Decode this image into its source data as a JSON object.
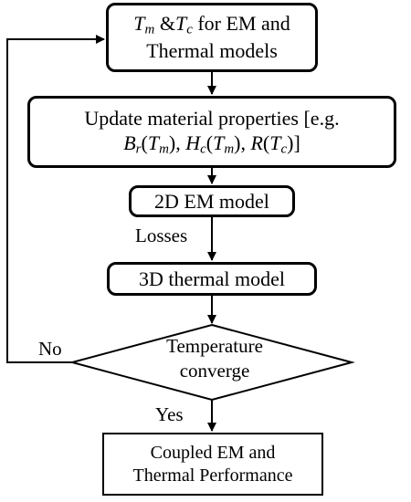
{
  "boxes": {
    "start": {
      "var_m": "T",
      "sub_m": "m",
      "amp": " &",
      "var_c": "T",
      "sub_c": "c",
      "line1_rest": " for EM and",
      "line2": "Thermal models"
    },
    "update": {
      "line1": "Update material properties [e.g.",
      "br": "B",
      "br_sub": "r",
      "hc": "H",
      "hc_sub": "c",
      "r": "R",
      "tm": "T",
      "tm_sub": "m",
      "tc": "T",
      "tc_sub": "c"
    },
    "em_model": "2D EM model",
    "thermal_model": "3D thermal model",
    "output": {
      "line1": "Coupled EM and",
      "line2": "Thermal Performance"
    }
  },
  "decision": {
    "line1": "Temperature",
    "line2": "converge"
  },
  "edge_labels": {
    "losses": "Losses",
    "no": "No",
    "yes": "Yes"
  },
  "colors": {
    "stroke": "#000000",
    "fill": "#ffffff"
  }
}
